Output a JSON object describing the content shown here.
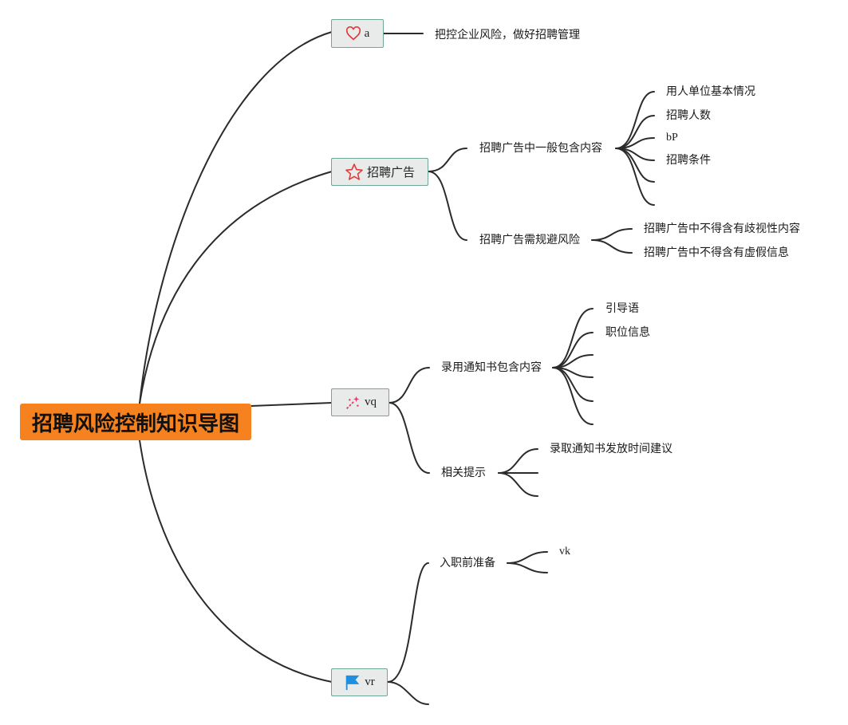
{
  "root": {
    "label": "招聘风险控制知识导图",
    "color": "#f5821f"
  },
  "branches": [
    {
      "icon": "heart-icon",
      "label": "a",
      "children": [
        {
          "label": "把控企业风险，做好招聘管理"
        }
      ]
    },
    {
      "icon": "star-icon",
      "label": "招聘广告",
      "children": [
        {
          "label": "招聘广告中一般包含内容",
          "children": [
            "用人单位基本情况",
            "招聘人数",
            "bP",
            "招聘条件",
            "",
            ""
          ]
        },
        {
          "label": "招聘广告需规避风险",
          "children": [
            "招聘广告中不得含有歧视性内容",
            "招聘广告中不得含有虚假信息"
          ]
        }
      ]
    },
    {
      "icon": "magic-wand-icon",
      "label": "vq",
      "children": [
        {
          "label": "录用通知书包含内容",
          "children": [
            "引导语",
            "职位信息",
            "",
            "",
            "",
            ""
          ]
        },
        {
          "label": "相关提示",
          "children": [
            "录取通知书发放时间建议",
            "",
            ""
          ]
        }
      ]
    },
    {
      "icon": "flag-icon",
      "label": "vr",
      "children": [
        {
          "label": "入职前准备",
          "children": [
            "vk",
            ""
          ]
        },
        {
          "label": ""
        }
      ]
    }
  ],
  "colors": {
    "node_border": "#6fa894",
    "node_fill": "#e8ebea",
    "heart": "#e03a3a",
    "star": "#e03a3a",
    "flag": "#1f8fe0",
    "wand": "#e23b6a"
  }
}
